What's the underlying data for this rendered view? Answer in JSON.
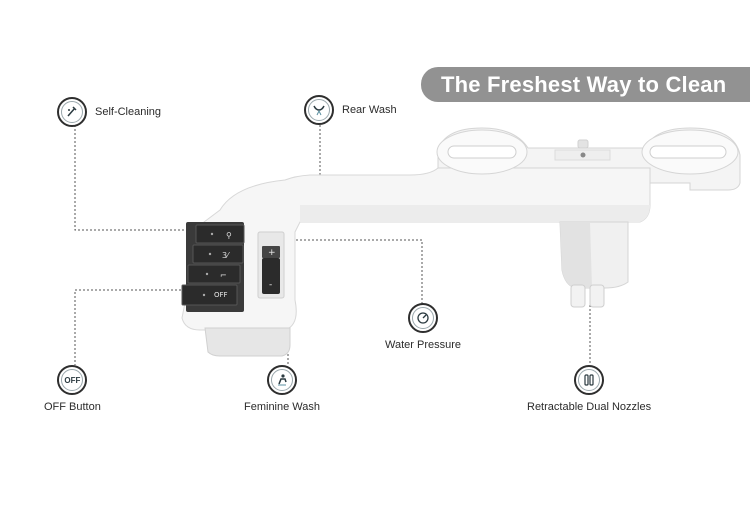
{
  "banner": {
    "text": "The Freshest Way to Clean"
  },
  "callouts": {
    "self_cleaning": {
      "label": "Self-Cleaning",
      "icon": "self-cleaning-icon"
    },
    "rear_wash": {
      "label": "Rear Wash",
      "icon": "rear-wash-icon"
    },
    "water_pressure": {
      "label": "Water Pressure",
      "icon": "pressure-gauge-icon"
    },
    "off_button": {
      "label": "OFF Button",
      "icon": "off-icon",
      "icon_text": "OFF"
    },
    "feminine_wash": {
      "label": "Feminine Wash",
      "icon": "feminine-wash-icon"
    },
    "dual_nozzles": {
      "label": "Retractable Dual Nozzles",
      "icon": "dual-nozzle-icon"
    }
  },
  "device": {
    "buttons": [
      "",
      "",
      "",
      "OFF"
    ],
    "pressure_plus": "+",
    "pressure_minus": "-"
  },
  "colors": {
    "banner": "#929292",
    "panel": "#2b2b2b",
    "line": "#555555"
  }
}
